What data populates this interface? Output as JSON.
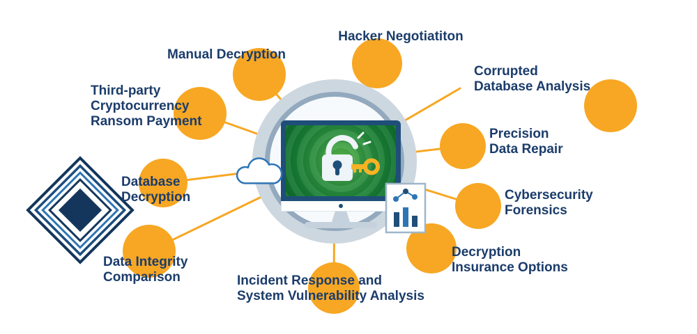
{
  "diagram": {
    "subject": "ransomware-recovery-services",
    "center": {
      "name": "ransomware-locked-computer",
      "icons": [
        "padlock-key-icon",
        "cloud-icon",
        "chart-document-icon",
        "monitor-icon"
      ]
    },
    "decorations": [
      "diamond-tunnel-decoration",
      "plain-orange-circle"
    ]
  },
  "colors": {
    "node_orange": "#F7A723",
    "spoke_orange": "#F7A723",
    "label_navy": "#1B3C6B",
    "hub_outer_gray": "#CDD7E0",
    "hub_ring_slate": "#93A9BE",
    "monitor_blue": "#1F4E79",
    "screen_green": "#2F9140",
    "diamond_navy": "#14365C",
    "diamond_blue": "#2E75B6"
  },
  "nodes": [
    {
      "id": "hacker-negotiation",
      "label": "Hacker Negotiatiton"
    },
    {
      "id": "manual-decryption",
      "label": "Manual Decryption"
    },
    {
      "id": "corrupted-database-analysis",
      "label": "Corrupted\nDatabase Analysis"
    },
    {
      "id": "precision-data-repair",
      "label": "Precision\nData Repair"
    },
    {
      "id": "cybersecurity-forensics",
      "label": "Cybersecurity\nForensics"
    },
    {
      "id": "decryption-insurance-options",
      "label": "Decryption\nInsurance Options"
    },
    {
      "id": "incident-response",
      "label": "Incident Response and\nSystem Vulnerability Analysis"
    },
    {
      "id": "data-integrity-comparison",
      "label": "Data Integrity\nComparison"
    },
    {
      "id": "database-decryption",
      "label": "Database\nDecryption"
    },
    {
      "id": "third-party-ransom-payment",
      "label": "Third-party\nCryptocurrency\nRansom Payment"
    }
  ]
}
